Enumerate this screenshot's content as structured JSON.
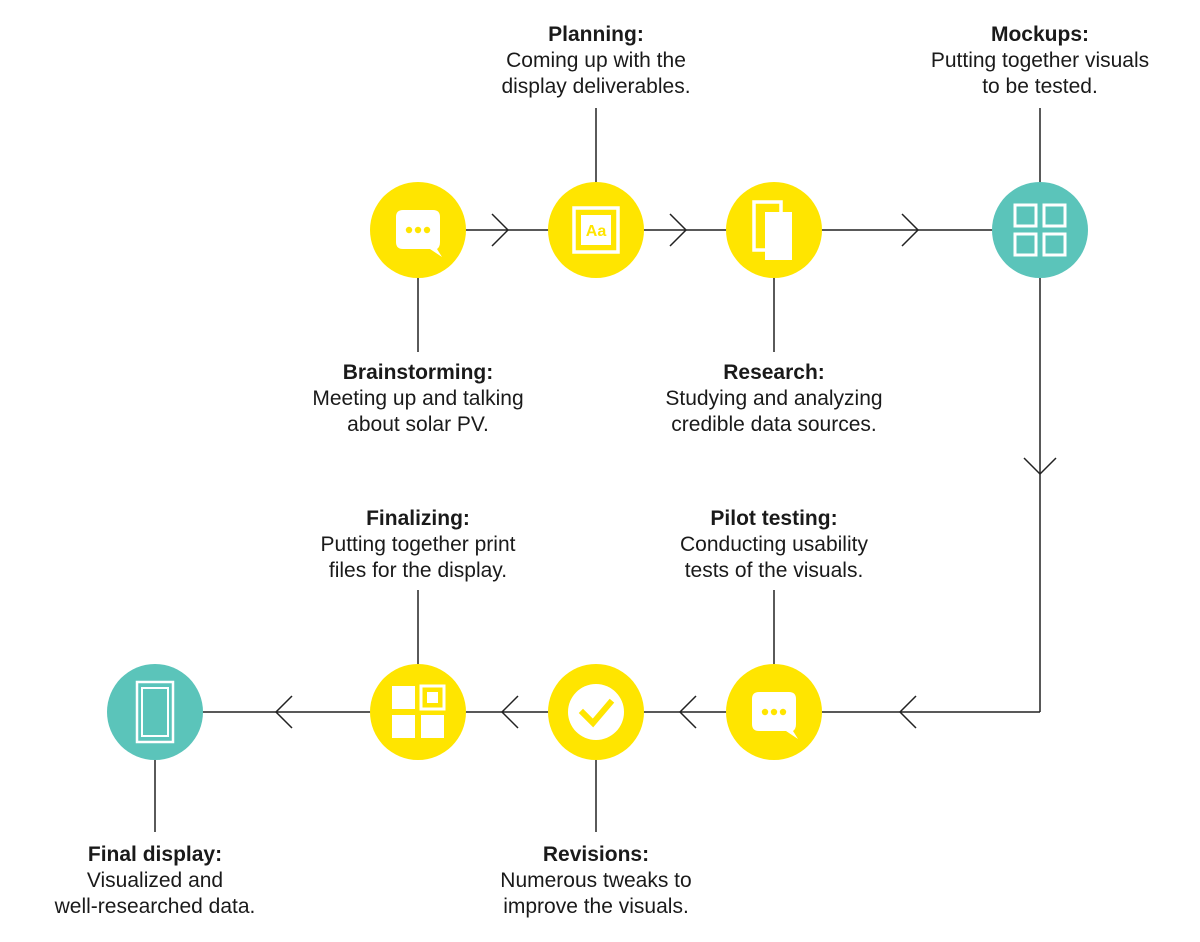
{
  "colors": {
    "yellow": "#FFE500",
    "teal": "#5BC4BA",
    "line": "#222222",
    "icon": "#FFFFFF"
  },
  "steps": [
    {
      "id": "brainstorming",
      "icon": "speech-bubble-icon",
      "color": "yellow",
      "title": "Brainstorming:",
      "desc": [
        "Meeting up and talking",
        "about solar PV."
      ]
    },
    {
      "id": "planning",
      "icon": "typography-aa-icon",
      "color": "yellow",
      "icon_text": "Aa",
      "title": "Planning:",
      "desc": [
        "Coming up with the",
        "display deliverables."
      ]
    },
    {
      "id": "research",
      "icon": "documents-icon",
      "color": "yellow",
      "title": "Research:",
      "desc": [
        "Studying and analyzing",
        "credible data sources."
      ]
    },
    {
      "id": "mockups",
      "icon": "grid-four-squares-icon",
      "color": "teal",
      "title": "Mockups:",
      "desc": [
        "Putting together visuals",
        "to be tested."
      ]
    },
    {
      "id": "pilot-testing",
      "icon": "speech-bubble-icon",
      "color": "yellow",
      "title": "Pilot testing:",
      "desc": [
        "Conducting usability",
        "tests of the visuals."
      ]
    },
    {
      "id": "revisions",
      "icon": "checkmark-circle-icon",
      "color": "yellow",
      "title": "Revisions:",
      "desc": [
        "Numerous tweaks to",
        "improve the visuals."
      ]
    },
    {
      "id": "finalizing",
      "icon": "layout-grid-icon",
      "color": "yellow",
      "title": "Finalizing:",
      "desc": [
        "Putting together print",
        "files for the display."
      ]
    },
    {
      "id": "final-display",
      "icon": "tablet-icon",
      "color": "teal",
      "title": "Final display:",
      "desc": [
        "Visualized and",
        "well-researched data."
      ]
    }
  ]
}
